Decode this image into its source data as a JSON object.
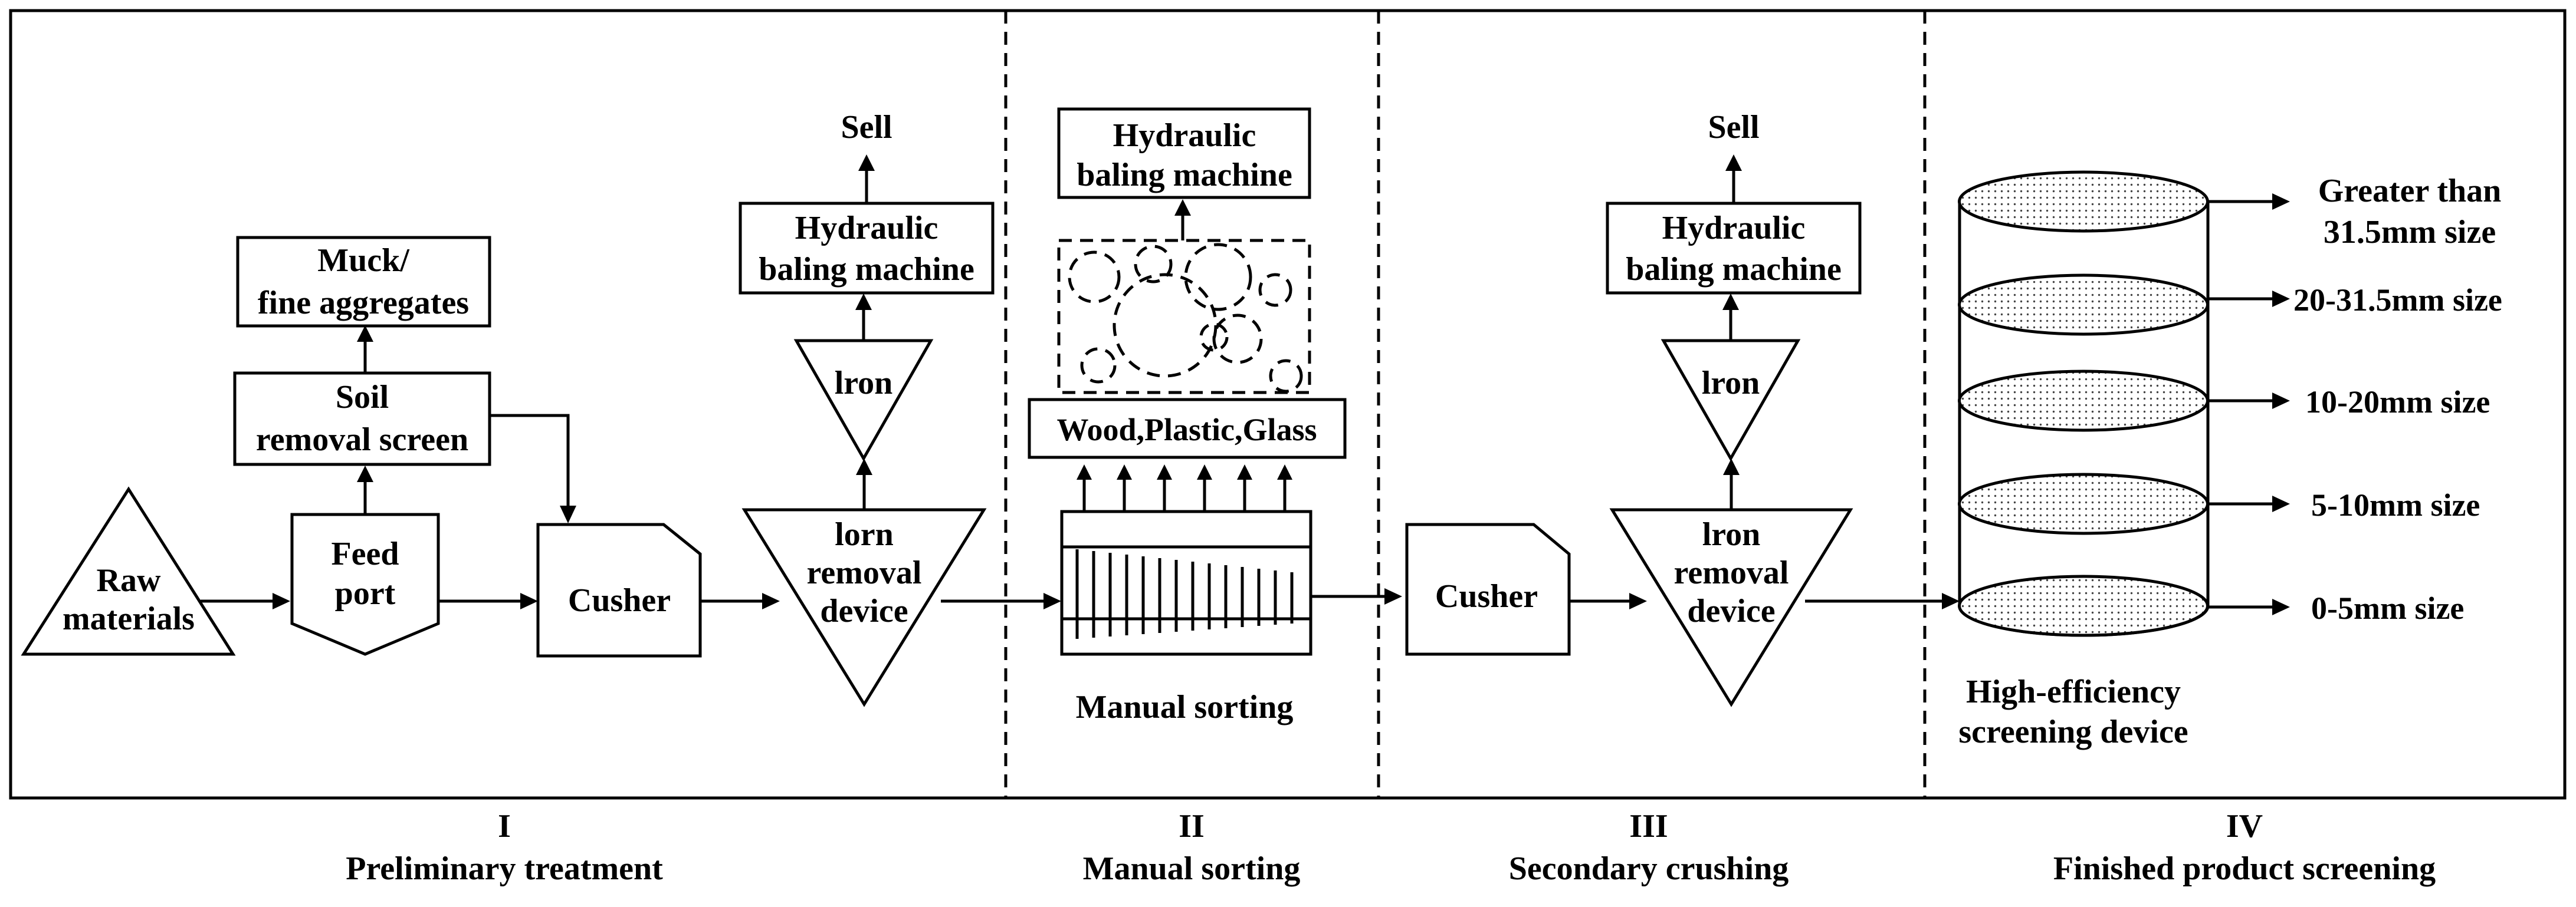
{
  "stages": {
    "s1": {
      "num": "I",
      "name": "Preliminary treatment"
    },
    "s2": {
      "num": "II",
      "name": "Manual sorting"
    },
    "s3": {
      "num": "III",
      "name": "Secondary crushing"
    },
    "s4": {
      "num": "IV",
      "name": "Finished product screening"
    }
  },
  "nodes": {
    "raw": {
      "l1": "Raw",
      "l2": "materials"
    },
    "feed": {
      "l1": "Feed",
      "l2": "port"
    },
    "soil": {
      "l1": "Soil",
      "l2": "removal screen"
    },
    "muck": {
      "l1": "Muck/",
      "l2": "fine aggregates"
    },
    "crusher1": {
      "label": "Cusher"
    },
    "iron_removal1": {
      "l1": "lorn",
      "l2": "removal",
      "l3": "device"
    },
    "iron1": {
      "label": "lron"
    },
    "baling1": {
      "l1": "Hydraulic",
      "l2": "baling machine"
    },
    "sell1": {
      "label": "Sell"
    },
    "manual_sorting": {
      "label": "Manual sorting"
    },
    "wood": {
      "label": "Wood,Plastic,Glass"
    },
    "baling2": {
      "l1": "Hydraulic",
      "l2": "baling machine"
    },
    "crusher2": {
      "label": "Cusher"
    },
    "iron_removal2": {
      "l1": "lron",
      "l2": "removal",
      "l3": "device"
    },
    "iron2": {
      "label": "lron"
    },
    "baling3": {
      "l1": "Hydraulic",
      "l2": "baling machine"
    },
    "sell2": {
      "label": "Sell"
    },
    "screen": {
      "l1": "High-efficiency",
      "l2": "screening device"
    },
    "out1": {
      "l1": "Greater than",
      "l2": "31.5mm size"
    },
    "out2": {
      "label": "20-31.5mm size"
    },
    "out3": {
      "label": "10-20mm size"
    },
    "out4": {
      "label": "5-10mm size"
    },
    "out5": {
      "label": "0-5mm size"
    }
  }
}
